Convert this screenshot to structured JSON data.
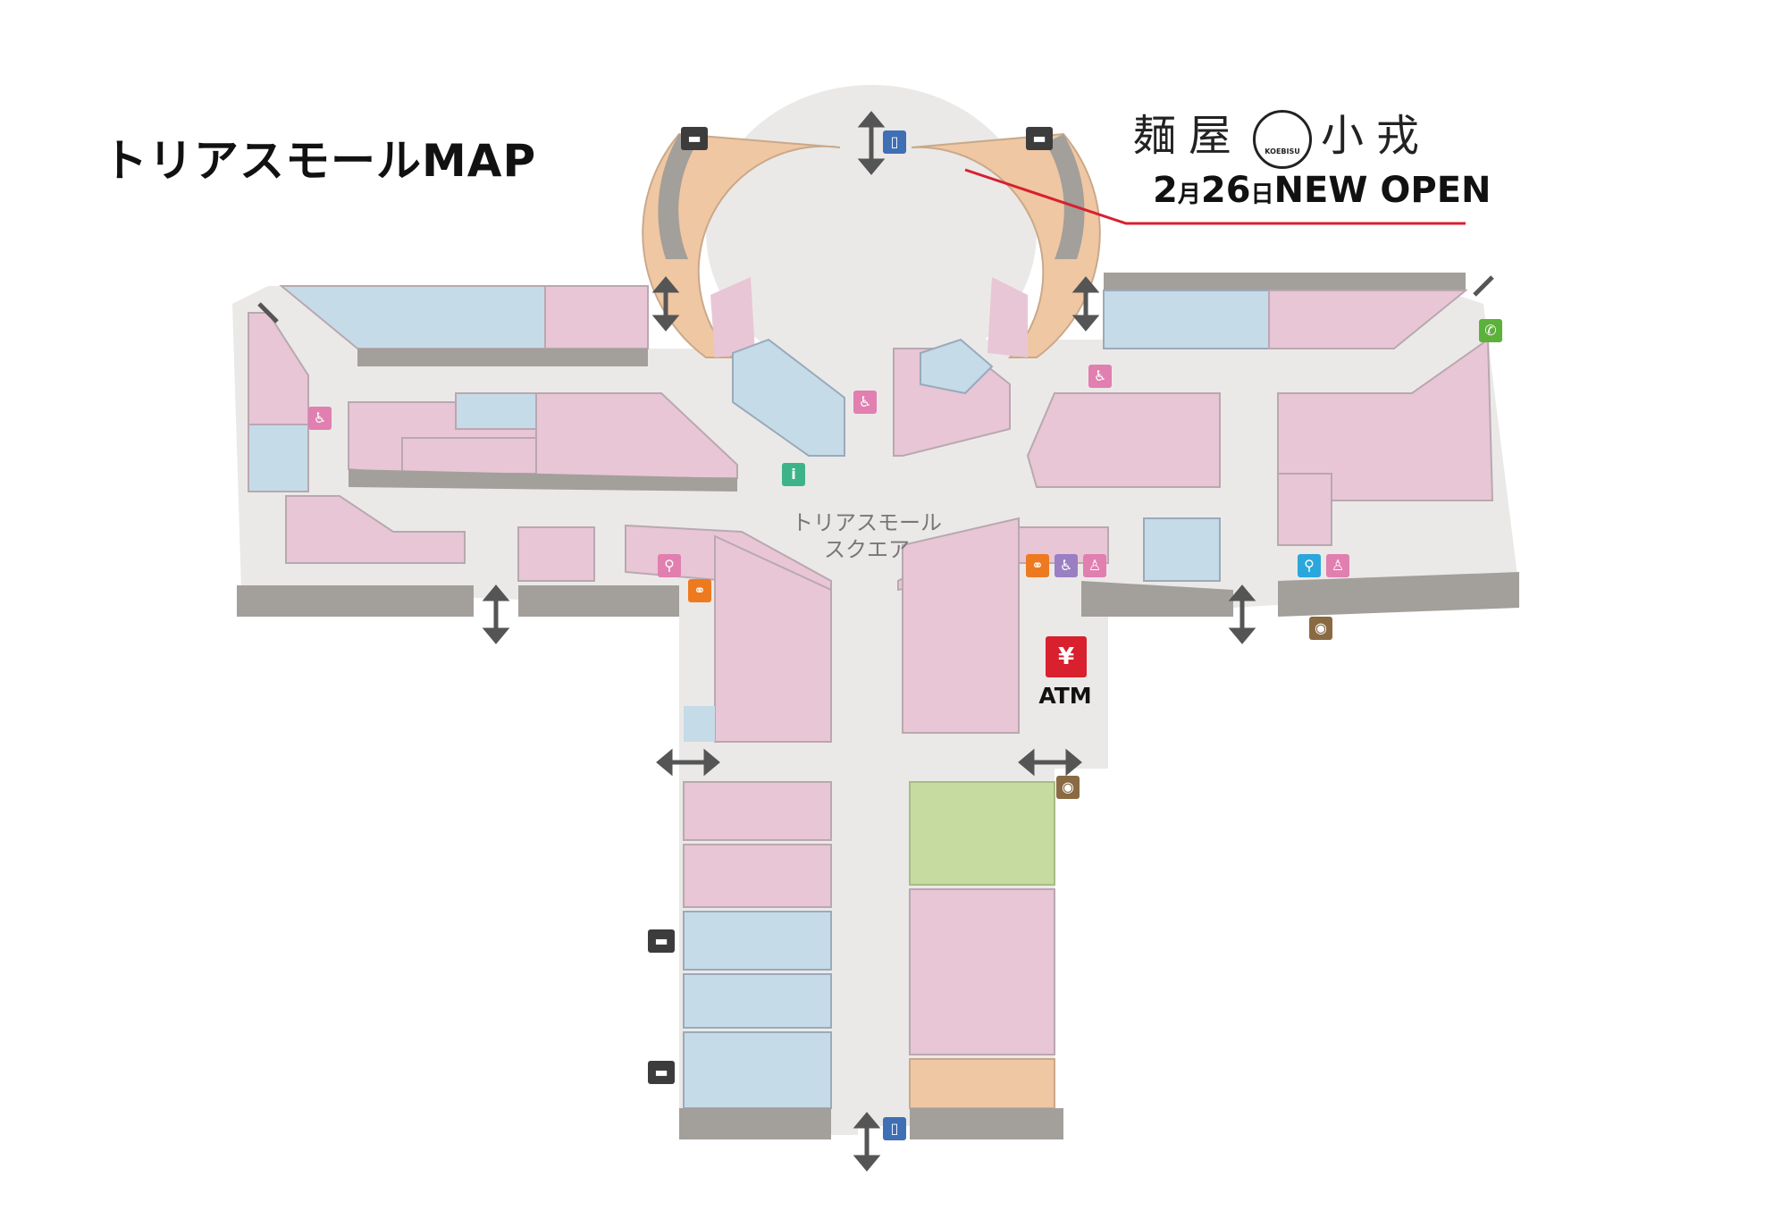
{
  "title": "トリアスモールMAP",
  "square_label_line1": "トリアスモール",
  "square_label_line2": "スクエア",
  "atm_label": "ATM",
  "new_shop": {
    "name_part1": "麺屋",
    "logo_text": "KOEBISU",
    "name_part2": "小戎",
    "open_date_month": "2",
    "open_date_month_unit": "月",
    "open_date_day": "26",
    "open_date_day_unit": "日",
    "open_text": "NEW OPEN"
  },
  "colors": {
    "shop_pink": "#e8c6d5",
    "shop_blue": "#c5dbe8",
    "shop_orange": "#f0c7a3",
    "shop_green": "#c6dba0",
    "floor": "#ebe9e7",
    "wall": "#a39f9b",
    "accent_red": "#d8202e"
  },
  "icons": [
    "smoking-area-icon",
    "elevator-icon",
    "elevator-icon",
    "smoking-area-icon",
    "phone-icon",
    "stroller-icon",
    "stroller-icon",
    "stroller-icon",
    "information-icon",
    "nursing-room-icon",
    "restroom-icon",
    "restroom-icon",
    "wheelchair-icon",
    "baby-changing-icon",
    "restroom-icon",
    "baby-changing-icon",
    "atm-icon",
    "photo-spot-icon",
    "photo-spot-icon",
    "smoking-area-icon",
    "smoking-area-icon",
    "elevator-icon",
    "exit-arrow-icon"
  ]
}
